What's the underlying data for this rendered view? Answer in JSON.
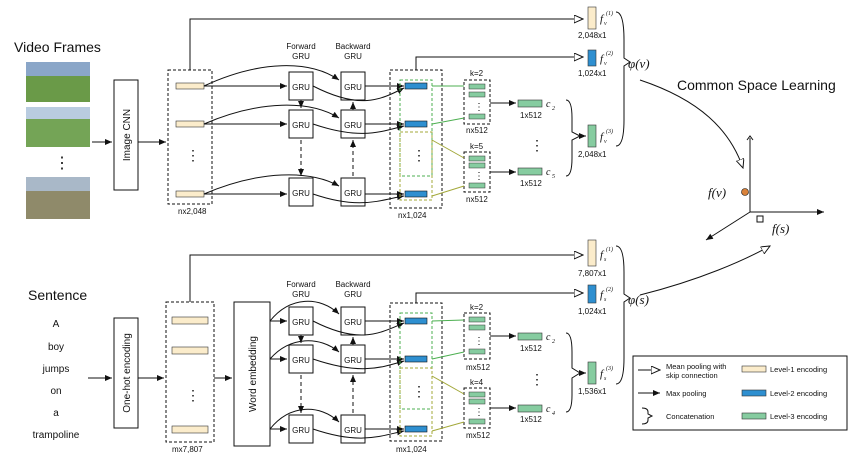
{
  "video": {
    "title": "Video Frames",
    "cnn_label": "Image CNN",
    "ellipsis": "⋮",
    "frame_colors": [
      "#5a8a3a",
      "#6f9a52",
      "#8f8a6a"
    ],
    "level1_dim": "nx2,048",
    "forward_gru": [
      "Forward",
      "GRU"
    ],
    "backward_gru": [
      "Backward",
      "GRU"
    ],
    "gru": "GRU",
    "level2_dim": "nx1,024",
    "k_top": "k=2",
    "k_bottom": "k=5",
    "conv_dim": "nx512",
    "c_top": "c",
    "c_top_sub": "2",
    "c_bottom": "c",
    "c_bottom_sub": "5",
    "c_dim": "1x512",
    "f1_dim": "2,048x1",
    "f2_dim": "1,024x1",
    "f3_dim": "2,048x1",
    "f_sub": "v",
    "phi": "φ(v)"
  },
  "sentence": {
    "title": "Sentence",
    "words": [
      "A",
      "boy",
      "jumps",
      "on",
      "a",
      "trampoline"
    ],
    "onehot_label": "One-hot encoding",
    "embedding_label": "Word embedding",
    "level1_dim": "mx7,807",
    "forward_gru": [
      "Forward",
      "GRU"
    ],
    "backward_gru": [
      "Backward",
      "GRU"
    ],
    "gru": "GRU",
    "level2_dim": "mx1,024",
    "k_top": "k=2",
    "k_bottom": "k=4",
    "conv_dim": "mx512",
    "c_top": "c",
    "c_top_sub": "2",
    "c_bottom": "c",
    "c_bottom_sub": "4",
    "c_dim": "1x512",
    "f1_dim": "7,807x1",
    "f2_dim": "1,024x1",
    "f3_dim": "1,536x1",
    "f_sub": "s",
    "phi": "φ(s)"
  },
  "common_space": {
    "title": "Common Space Learning",
    "fv": "f(v)",
    "fs": "f(s)"
  },
  "legend": {
    "mean_pooling": [
      "Mean pooling with",
      "skip connection"
    ],
    "max_pooling": "Max pooling",
    "concatenation": "Concatenation",
    "level1": "Level-1 encoding",
    "level2": "Level-2 encoding",
    "level3": "Level-3 encoding"
  },
  "colors": {
    "level1": "#fbeccb",
    "level2": "#2e8fd0",
    "level3": "#86cca0",
    "dashed_green": "#4caf50",
    "dashed_olive": "#a3a83a",
    "fv_dot": "#d9823b"
  },
  "superscripts": [
    "(1)",
    "(2)",
    "(3)"
  ]
}
